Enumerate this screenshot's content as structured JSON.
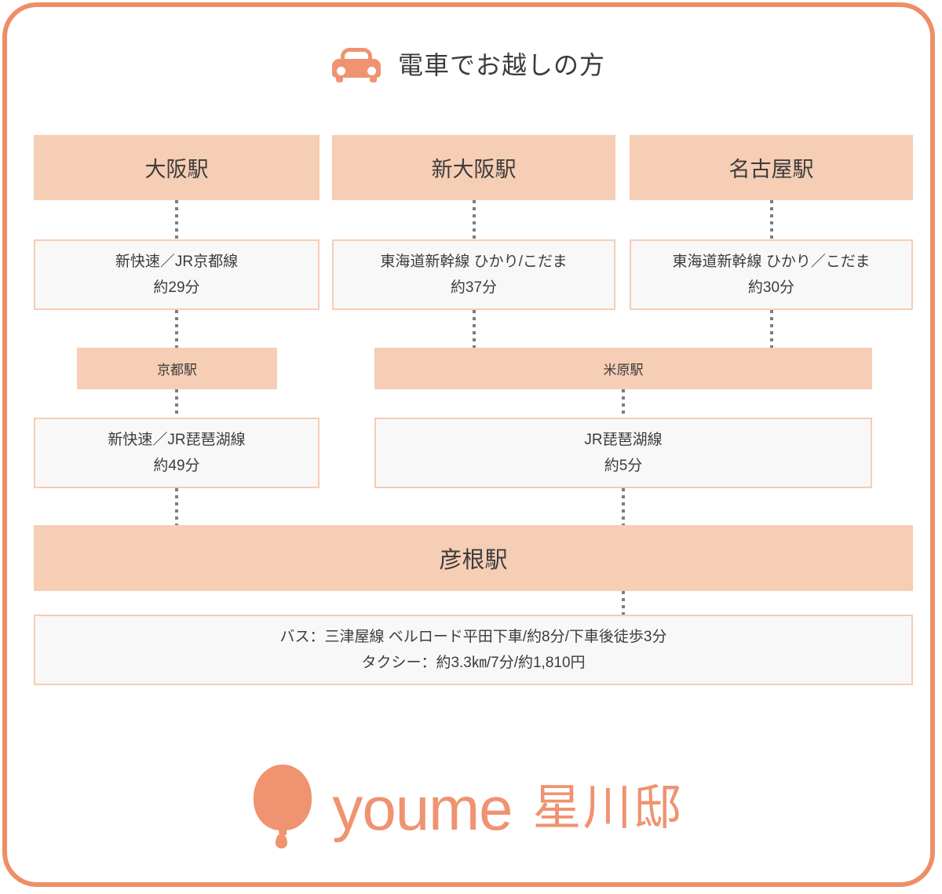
{
  "card": {
    "border_color": "#ee8e68",
    "background": "#ffffff"
  },
  "header": {
    "icon": "car-icon",
    "title": "電車でお越しの方"
  },
  "palette": {
    "accent": "#ee8e68",
    "node_fill": "#f6cdb5",
    "box_fill": "#f8f8f8",
    "box_border": "#f6cdb5",
    "text": "#3c3c3c",
    "connector": "#7d7d7d"
  },
  "routes": {
    "origins": [
      {
        "station": "大阪駅"
      },
      {
        "station": "新大阪駅"
      },
      {
        "station": "名古屋駅"
      }
    ],
    "first_legs": [
      {
        "line": "新快速／JR京都線",
        "duration": "約29分"
      },
      {
        "line": "東海道新幹線 ひかり/こだま",
        "duration": "約37分"
      },
      {
        "line": "東海道新幹線 ひかり／こだま",
        "duration": "約30分"
      }
    ],
    "transfers": [
      {
        "station": "京都駅"
      },
      {
        "station": "米原駅"
      }
    ],
    "second_legs": [
      {
        "line": "新快速／JR琵琶湖線",
        "duration": "約49分"
      },
      {
        "line": "JR琵琶湖線",
        "duration": "約5分"
      }
    ],
    "destination": {
      "station": "彦根駅"
    },
    "last_mile": {
      "bus": "バス：三津屋線 ベルロード平田下車/約8分/下車後徒歩3分",
      "taxi": "タクシー：約3.3㎞/7分/約1,810円"
    }
  },
  "logo": {
    "mark": "balloon-icon",
    "word": "youme",
    "name": "星川邸"
  }
}
